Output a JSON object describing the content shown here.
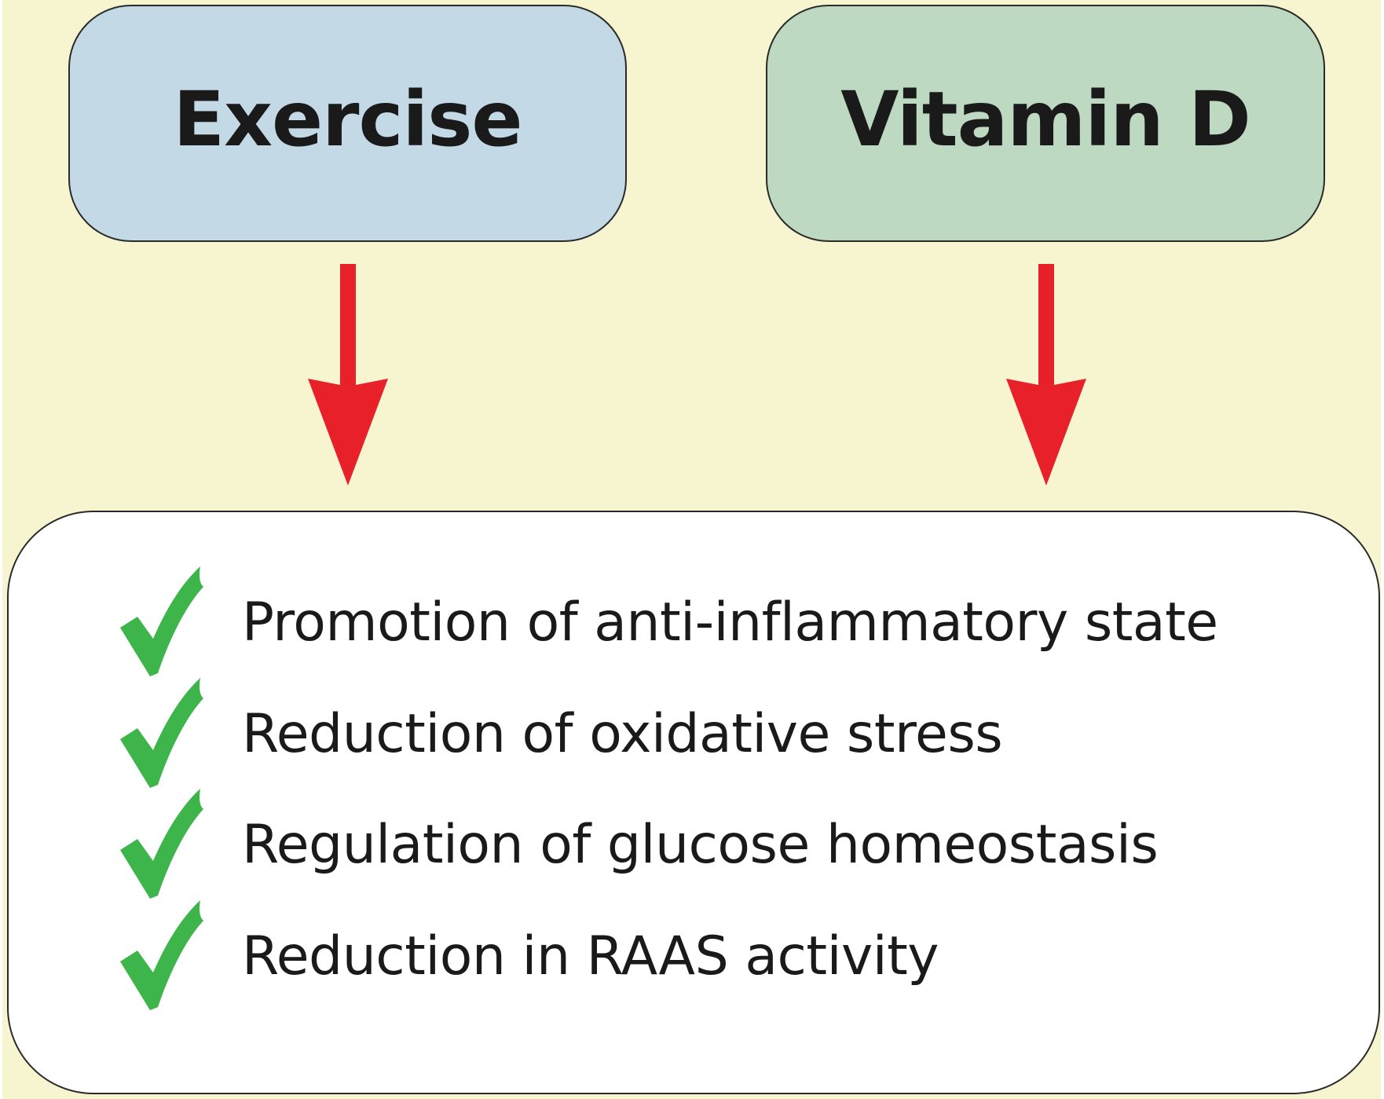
{
  "diagram": {
    "sources": [
      {
        "id": "exercise",
        "label": "Exercise",
        "fill_color": "#c4d9e6"
      },
      {
        "id": "vitamin_d",
        "label": "Vitamin D",
        "fill_color": "#bdd9c2"
      }
    ],
    "arrow_color": "#e8202a",
    "check_color": "#3db54a",
    "background_color": "#f6f5cf",
    "effects": [
      {
        "label": "Promotion of anti-inflammatory state",
        "icon": "check-icon"
      },
      {
        "label": "Reduction of oxidative stress",
        "icon": "check-icon"
      },
      {
        "label": "Regulation of glucose homeostasis",
        "icon": "check-icon"
      },
      {
        "label": "Reduction in RAAS activity",
        "icon": "check-icon"
      }
    ]
  }
}
